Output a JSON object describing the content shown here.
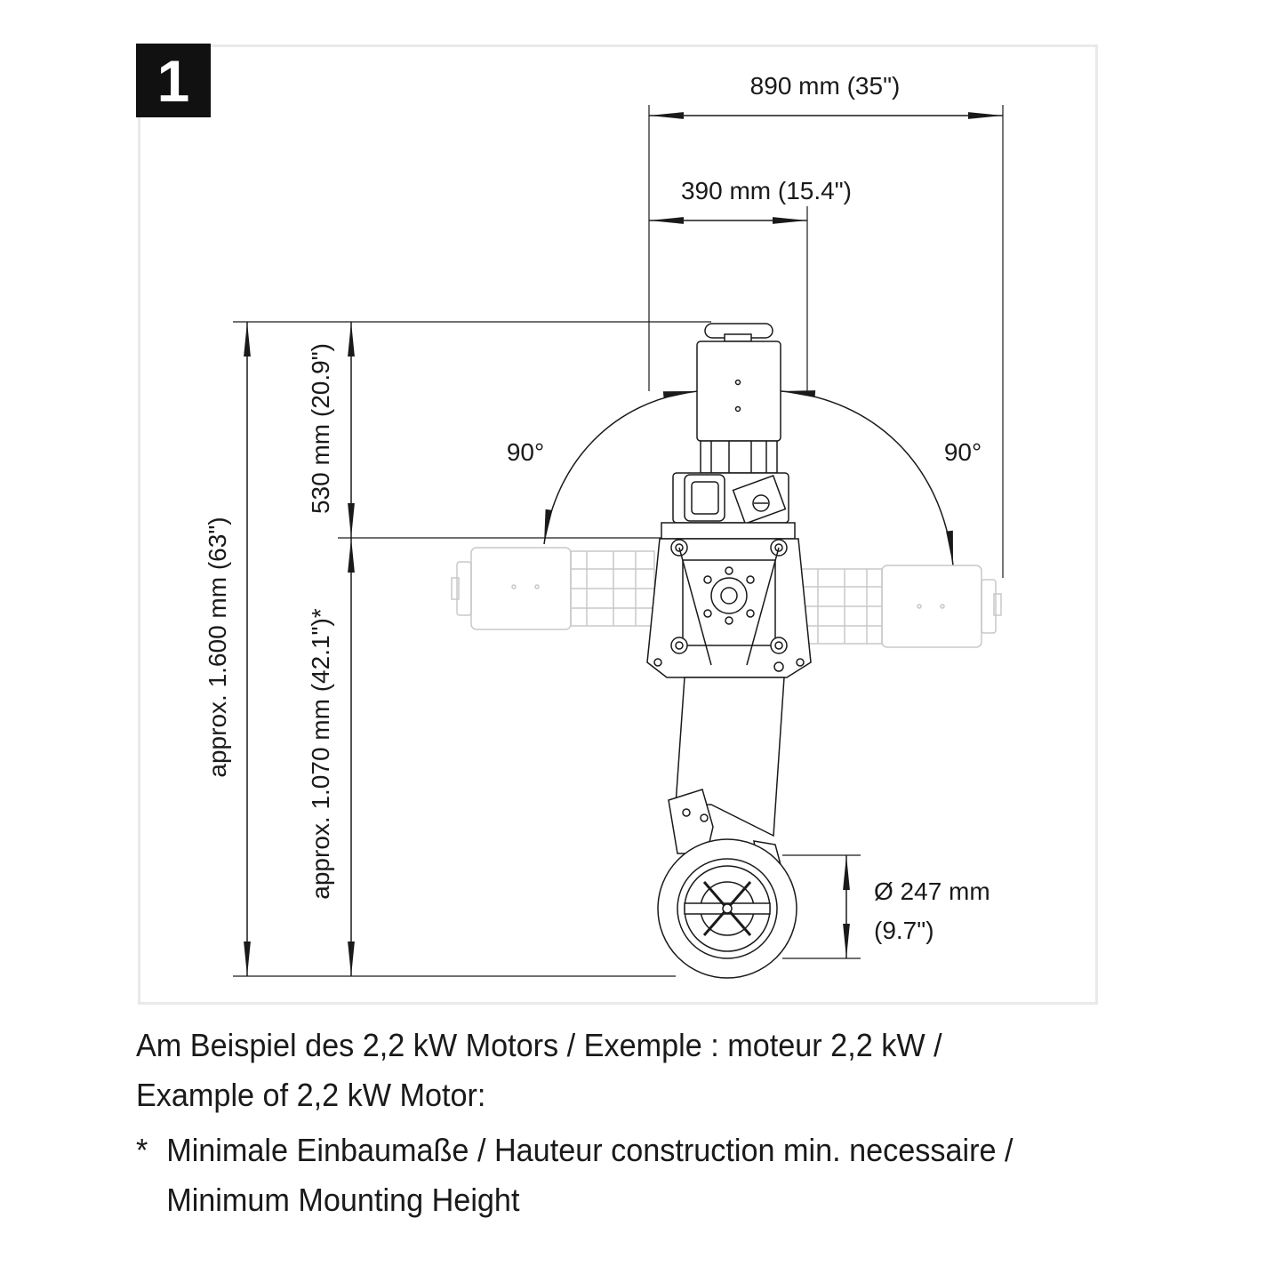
{
  "figure_number": "1",
  "dimensions": {
    "total_width": "890 mm (35\")",
    "motor_width": "390 mm (15.4\")",
    "upper_height": "530 mm (20.9\")",
    "total_height": "approx. 1.600 mm (63\")",
    "lower_height": "approx. 1.070 mm (42.1\")*",
    "angle_left": "90°",
    "angle_right": "90°",
    "wheel_diameter_mm": "Ø 247 mm",
    "wheel_diameter_in": "(9.7\")"
  },
  "caption": {
    "line1": "Am Beispiel des 2,2 kW Motors / Exemple : moteur 2,2 kW /",
    "line2": "Example of 2,2 kW Motor:"
  },
  "note": {
    "marker": "*",
    "line1": "Minimale Einbaumaße / Hauteur construction min. necessaire /",
    "line2": "Minimum Mounting Height"
  },
  "colors": {
    "ink": "#1a1a1a",
    "ghost": "#c8c8c8",
    "frame": "#e9e9e9"
  }
}
